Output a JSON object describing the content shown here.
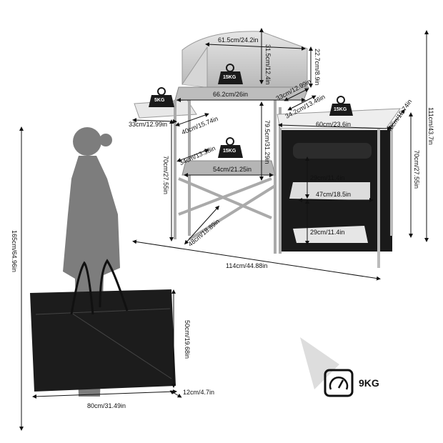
{
  "dimensions": {
    "windscreen_width": "61.5cm/24.2in",
    "windscreen_height_center": "31.5cm/12.4in",
    "windscreen_height_side": "22.7cm/8.9in",
    "top_shelf_width": "66.2cm/26in",
    "top_shelf_side_depth": "33cm/12.99in",
    "top_shelf_depth": "34.2cm/13.46in",
    "side_table_depth": "40cm/15.74in",
    "side_table_width": "33cm/12.99in",
    "table_height": "79.5cm/31.29in",
    "cabinet_width": "60cm/23.6in",
    "cabinet_depth": "40cm/15.74in",
    "total_height": "111cm/43.7in",
    "cabinet_height": "70cm/27.55in",
    "lower_shelf_depth": "34cm/13.38in",
    "lower_shelf_width": "54cm/21.25in",
    "side_table_height": "70cm/27.55in",
    "cabinet_upper_gap": "29cm/11.4in",
    "cabinet_shelf_width": "47cm/18.5in",
    "cabinet_lower_gap": "29cm/11.4in",
    "frame_depth": "48cm/18.89in",
    "total_width": "114cm/44.88in",
    "person_height": "165cm/64.96in",
    "bag_height": "50cm/19.68in",
    "bag_depth": "12cm/4.7in",
    "bag_width": "80cm/31.49in"
  },
  "loads": {
    "windscreen_shelf": "15KG",
    "side_table": "5KG",
    "lower_shelf": "15KG",
    "cabinet_top": "15KG"
  },
  "weight": {
    "icon": "scale-gauge-icon",
    "value": "9KG"
  },
  "colors": {
    "aluminium": "#c8c8c8",
    "cabinet": "#1a1a1a",
    "silhouette": "#7a7a7a"
  }
}
